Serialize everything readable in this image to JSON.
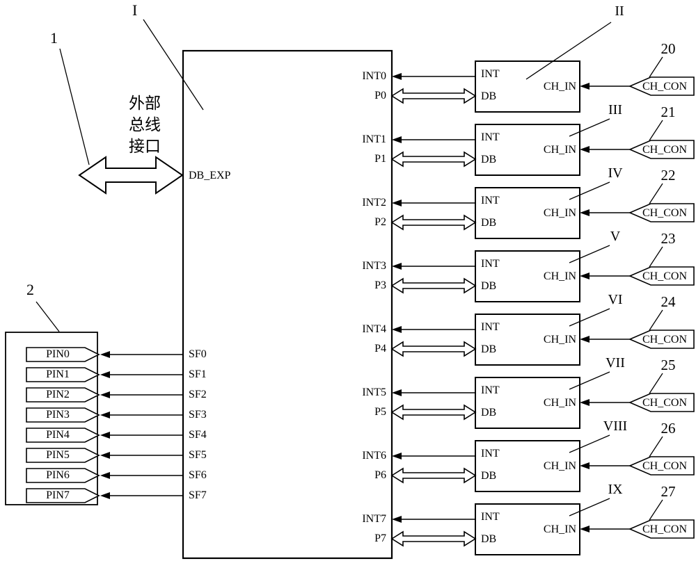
{
  "refs": {
    "main": "I",
    "bus": "1",
    "pin_box": "2"
  },
  "bus_interface": {
    "line1": "外部",
    "line2": "总线",
    "line3": "接口"
  },
  "main_block": {
    "db_exp": "DB_EXP",
    "right_pins": [
      {
        "int": "INT0",
        "p": "P0"
      },
      {
        "int": "INT1",
        "p": "P1"
      },
      {
        "int": "INT2",
        "p": "P2"
      },
      {
        "int": "INT3",
        "p": "P3"
      },
      {
        "int": "INT4",
        "p": "P4"
      },
      {
        "int": "INT5",
        "p": "P5"
      },
      {
        "int": "INT6",
        "p": "P6"
      },
      {
        "int": "INT7",
        "p": "P7"
      }
    ],
    "left_pins": [
      "SF0",
      "SF1",
      "SF2",
      "SF3",
      "SF4",
      "SF5",
      "SF6",
      "SF7"
    ]
  },
  "pin_box": {
    "pins": [
      "PIN0",
      "PIN1",
      "PIN2",
      "PIN3",
      "PIN4",
      "PIN5",
      "PIN6",
      "PIN7"
    ]
  },
  "channels": [
    {
      "ref": "II",
      "num": "20",
      "int": "INT",
      "db": "DB",
      "ch_in": "CH_IN",
      "ch_con": "CH_CON"
    },
    {
      "ref": "III",
      "num": "21",
      "int": "INT",
      "db": "DB",
      "ch_in": "CH_IN",
      "ch_con": "CH_CON"
    },
    {
      "ref": "IV",
      "num": "22",
      "int": "INT",
      "db": "DB",
      "ch_in": "CH_IN",
      "ch_con": "CH_CON"
    },
    {
      "ref": "V",
      "num": "23",
      "int": "INT",
      "db": "DB",
      "ch_in": "CH_IN",
      "ch_con": "CH_CON"
    },
    {
      "ref": "VI",
      "num": "24",
      "int": "INT",
      "db": "DB",
      "ch_in": "CH_IN",
      "ch_con": "CH_CON"
    },
    {
      "ref": "VII",
      "num": "25",
      "int": "INT",
      "db": "DB",
      "ch_in": "CH_IN",
      "ch_con": "CH_CON"
    },
    {
      "ref": "VIII",
      "num": "26",
      "int": "INT",
      "db": "DB",
      "ch_in": "CH_IN",
      "ch_con": "CH_CON"
    },
    {
      "ref": "IX",
      "num": "27",
      "int": "INT",
      "db": "DB",
      "ch_in": "CH_IN",
      "ch_con": "CH_CON"
    }
  ]
}
